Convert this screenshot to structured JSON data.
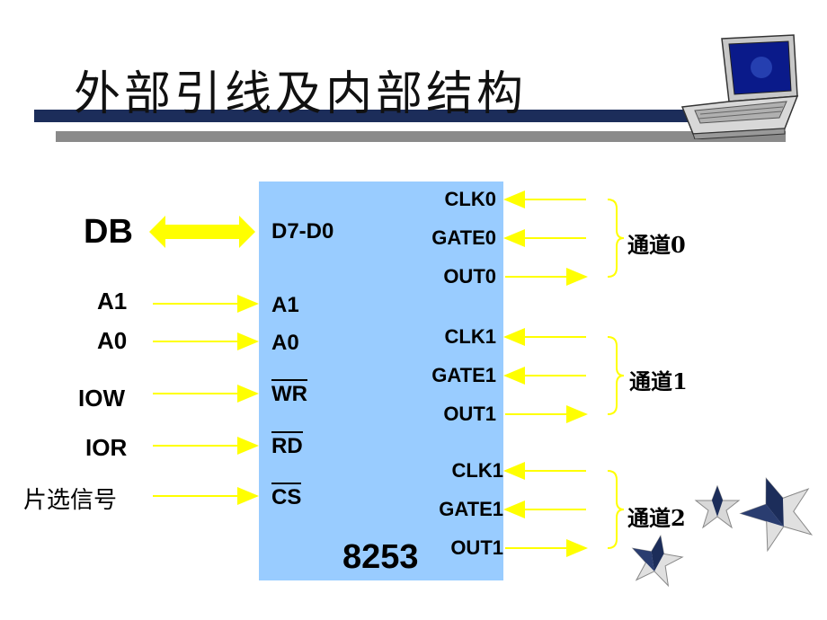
{
  "title": "外部引线及内部结构",
  "chip": {
    "name": "8253"
  },
  "inputs": {
    "db": "DB",
    "a1": "A1",
    "a0": "A0",
    "iow": "IOW",
    "ior": "IOR",
    "cs_signal": "片选信号"
  },
  "chip_pins_left": {
    "d7d0": "D7-D0",
    "a1": "A1",
    "a0": "A0",
    "wr": "WR",
    "rd": "RD",
    "cs": "CS"
  },
  "channels": [
    {
      "label": "通道0",
      "clk": "CLK0",
      "gate": "GATE0",
      "out": "OUT0"
    },
    {
      "label": "通道1",
      "clk": "CLK1",
      "gate": "GATE1",
      "out": "OUT1"
    },
    {
      "label": "通道2",
      "clk": "CLK1",
      "gate": "GATE1",
      "out": "OUT1"
    }
  ],
  "colors": {
    "arrow": "#ffff00",
    "chip": "#99ccff",
    "title_bar": "#1c2d5a",
    "sub_bar": "#8a8a8a"
  },
  "icons": [
    "laptop-icon",
    "star-icon"
  ]
}
